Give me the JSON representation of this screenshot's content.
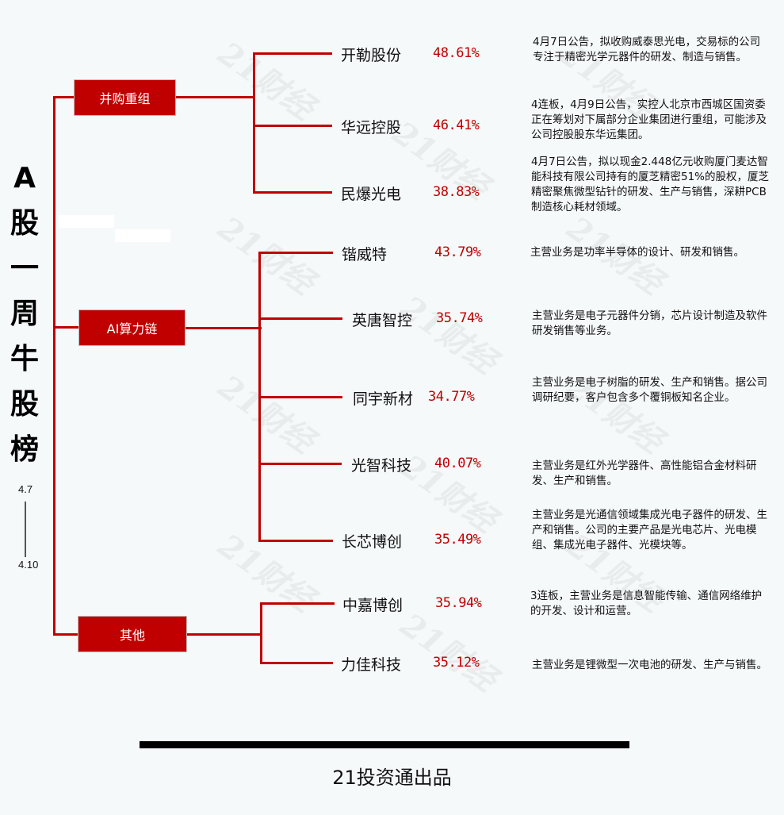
{
  "title": {
    "chars": [
      "A",
      "股",
      "一",
      "周",
      "牛",
      "股",
      "榜"
    ]
  },
  "dates": {
    "start": "4.7",
    "end": "4.10"
  },
  "colors": {
    "accent": "#c00000",
    "background": "#f6f9fa",
    "text": "#111111"
  },
  "watermark": "21财经",
  "categories": [
    {
      "label": "并购重组",
      "stocks": [
        {
          "name": "开勒股份",
          "pct": "48.61%",
          "desc": "4月7日公告，拟收购威泰思光电，交易标的公司专注于精密光学元器件的研发、制造与销售。"
        },
        {
          "name": "华远控股",
          "pct": "46.41%",
          "desc": "4连板，4月9日公告，实控人北京市西城区国资委正在筹划对下属部分企业集团进行重组，可能涉及公司控股股东华远集团。"
        },
        {
          "name": "民爆光电",
          "pct": "38.83%",
          "desc": "4月7日公告，拟以现金2.448亿元收购厦门麦达智能科技有限公司持有的厦芝精密51%的股权，厦芝精密聚焦微型钻针的研发、生产与销售，深耕PCB制造核心耗材领域。"
        }
      ]
    },
    {
      "label": "AI算力链",
      "stocks": [
        {
          "name": "锴威特",
          "pct": "43.79%",
          "desc": "主营业务是功率半导体的设计、研发和销售。"
        },
        {
          "name": "英唐智控",
          "pct": "35.74%",
          "desc": "主营业务是电子元器件分销，芯片设计制造及软件研发销售等业务。"
        },
        {
          "name": "同宇新材",
          "pct": "34.77%",
          "desc": "主营业务是电子树脂的研发、生产和销售。据公司调研纪要，客户包含多个覆铜板知名企业。"
        },
        {
          "name": "光智科技",
          "pct": "40.07%",
          "desc": "主营业务是红外光学器件、高性能铝合金材料研发、生产和销售。"
        },
        {
          "name": "长芯博创",
          "pct": "35.49%",
          "desc": "主营业务是光通信领域集成光电子器件的研发、生产和销售。公司的主要产品是光电芯片、光电模组、集成光电子器件、光模块等。"
        }
      ]
    },
    {
      "label": "其他",
      "stocks": [
        {
          "name": "中嘉博创",
          "pct": "35.94%",
          "desc": "3连板，主营业务是信息智能传输、通信网络维护的开发、设计和运营。"
        },
        {
          "name": "力佳科技",
          "pct": "35.12%",
          "desc": "主营业务是锂微型一次电池的研发、生产与销售。"
        }
      ]
    }
  ],
  "footer": {
    "text": "21投资通出品"
  }
}
